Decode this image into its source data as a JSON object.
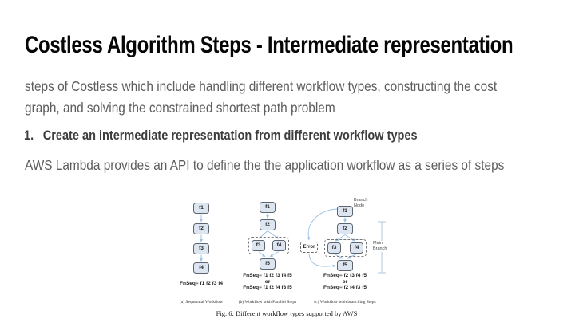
{
  "slide": {
    "title": "Costless Algorithm Steps - Intermediate representation",
    "intro": {
      "line1": "steps of Costless which include handling different workflow types, constructing the cost",
      "line2": "graph, and solving the constrained shortest path problem"
    },
    "list_item": {
      "number": "1.",
      "text": "Create an intermediate representation from different workflow types"
    },
    "body2": "AWS Lambda provides an API to define the the application workflow as a series of steps"
  },
  "figure": {
    "caption": "Fig. 6: Different workflow types supported by AWS",
    "colors": {
      "node_fill": "#dce5f0",
      "node_border": "#5d6570",
      "arrow": "#9dc3e6"
    },
    "a": {
      "label": "(a) Sequential Workflow",
      "nodes": [
        "f1",
        "f2",
        "f3",
        "f4"
      ],
      "fnseq1": "FnSeq= f1 f2 f3 f4"
    },
    "b": {
      "label": "(b) Workflow with Parallel Steps",
      "nodes": [
        "f1",
        "f2",
        "f3",
        "f4",
        "f5"
      ],
      "fnseq1": "FnSeq= f1 f2 f3 f4 f5",
      "or": "or",
      "fnseq2": "FnSeq= f1 f2 f4 f3 f5"
    },
    "c": {
      "label": "(c) Workflow with branching Steps",
      "nodes": [
        "f1",
        "f2",
        "f3",
        "f4",
        "f5"
      ],
      "error": "Error",
      "branch_node": [
        "Branch",
        "Node"
      ],
      "main_branch": [
        "Main",
        "Branch"
      ],
      "fnseq1": "FnSeq= f2 f3 f4 f5",
      "or": "or",
      "fnseq2": "FnSeq= f2 f4 f3 f5"
    }
  }
}
